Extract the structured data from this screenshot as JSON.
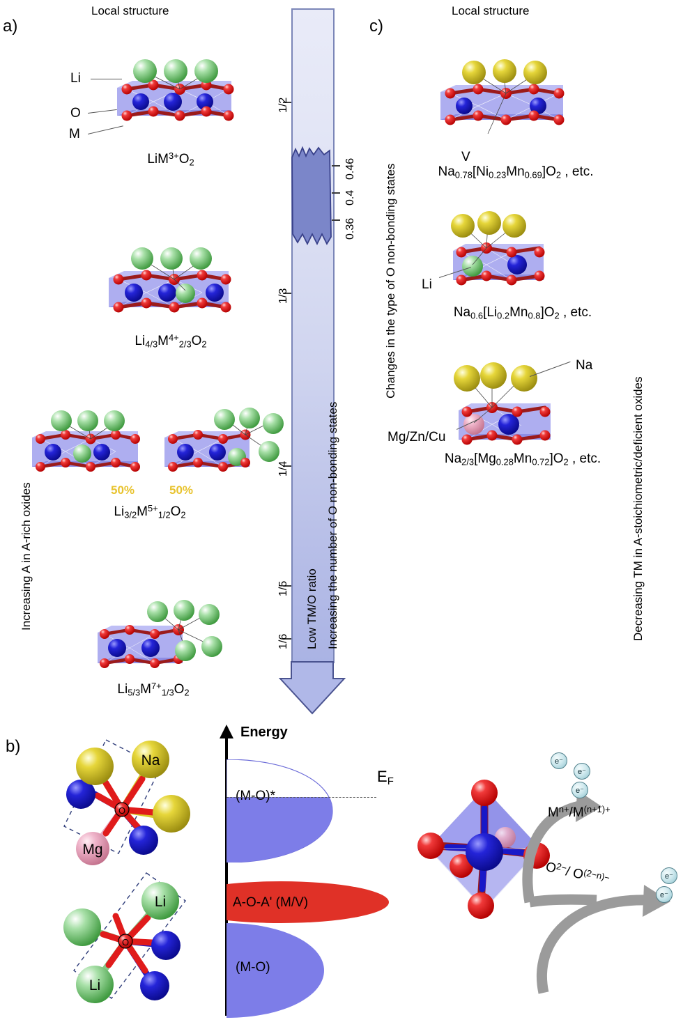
{
  "figure": {
    "panels": [
      {
        "id": "a",
        "letter": "a)"
      },
      {
        "id": "b",
        "letter": "b)"
      },
      {
        "id": "c",
        "letter": "c)"
      }
    ],
    "headings": {
      "local_structure_left": "Local structure",
      "local_structure_right": "Local structure"
    }
  },
  "panel_a": {
    "axis_label": "Increasing A in A-rich oxides",
    "atom_legend": [
      {
        "symbol": "Li",
        "color": "#4faa4f"
      },
      {
        "symbol": "O",
        "color": "#e01b1b"
      },
      {
        "symbol": "M",
        "color": "#1515c4"
      }
    ],
    "structures": [
      {
        "formula_html": "LiM<sup>3+</sup>O<sub>2</sub>",
        "plain": "LiM3+O2",
        "percent_labels": []
      },
      {
        "formula_html": "Li<sub>4/3</sub>M<sup>4+</sup><sub>2/3</sub>O<sub>2</sub>",
        "plain": "Li4/3M4+2/3O2",
        "percent_labels": []
      },
      {
        "formula_html": "Li<sub>3/2</sub>M<sup>5+</sup><sub>1/2</sub>O<sub>2</sub>",
        "plain": "Li3/2M5+1/2O2",
        "percent_labels": [
          "50%",
          "50%"
        ]
      },
      {
        "formula_html": "Li<sub>5/3</sub>M<sup>7+</sup><sub>1/3</sub>O<sub>2</sub>",
        "plain": "Li5/3M7+1/3O2",
        "percent_labels": []
      }
    ]
  },
  "center_arrow": {
    "label_left": "Low TM/O ratio",
    "label_right": "Increasing the number of O non-bonding states",
    "left_ticks": [
      "1/2",
      "1/3",
      "1/4",
      "1/5",
      "1/6"
    ],
    "right_ticks": [
      "0.46",
      "0.4",
      "0.36"
    ],
    "band_color": "#7b86c9",
    "shaft_color_top": "#e9ebf8",
    "shaft_color_bottom": "#aab3e4"
  },
  "panel_b": {
    "clusters": [
      {
        "name": "na-mg-cluster",
        "labels": [
          {
            "text": "Na",
            "color": "#d8c528"
          },
          {
            "text": "Mg",
            "color": "#e8a6bc"
          },
          {
            "text": "O",
            "color": "#e01b1b"
          }
        ]
      },
      {
        "name": "li-cluster",
        "labels": [
          {
            "text": "Li",
            "color": "#86c886"
          },
          {
            "text": "Li",
            "color": "#86c886"
          },
          {
            "text": "O",
            "color": "#e01b1b"
          }
        ]
      }
    ],
    "energy_diagram": {
      "axis_label": "Energy",
      "fermi_label_html": "E<sub>F</sub>",
      "bands": [
        {
          "label": "(M-O)*",
          "color": "#7d7de8",
          "filled_fraction": 0.55
        },
        {
          "label": "A-O-A' (M/V)",
          "color": "#e03127",
          "filled_fraction": 1.0
        },
        {
          "label": "(M-O)",
          "color": "#7d7de8",
          "filled_fraction": 1.0
        }
      ]
    },
    "redox": {
      "metal_redox_html": "M<sup>n+</sup>/M<sup>(n+1)+</sup>",
      "oxygen_redox_html": "O<sup>2−</sup>/ O<sup>(2−n)−</sup>",
      "electron_label": "e⁻",
      "electron_counts": {
        "metal": 3,
        "oxygen": 2
      }
    }
  },
  "panel_c": {
    "axis_label_left": "Changes in the type of O non-bonding states",
    "axis_label_right": "Decreasing TM in A-stoichiometric/deficient oxides",
    "structures": [
      {
        "callout": "V",
        "formula_html": "Na<sub>0.78</sub>[Ni<sub>0.23</sub>Mn<sub>0.69</sub>]O<sub>2</sub> , etc.",
        "plain": "Na0.78[Ni0.23Mn0.69]O2 , etc."
      },
      {
        "callout": "Li",
        "formula_html": "Na<sub>0.6</sub>[Li<sub>0.2</sub>Mn<sub>0.8</sub>]O<sub>2</sub> , etc.",
        "plain": "Na0.6[Li0.2Mn0.8]O2 , etc."
      },
      {
        "callout": "Mg/Zn/Cu",
        "callout2": "Na",
        "formula_html": "Na<sub>2/3</sub>[Mg<sub>0.28</sub>Mn<sub>0.72</sub>]O<sub>2</sub> , etc.",
        "plain": "Na2/3[Mg0.28Mn0.72]O2 , etc."
      }
    ]
  },
  "colors": {
    "li_green": "#59b159",
    "na_yellow": "#d8c82a",
    "o_red": "#e01b1b",
    "m_blue": "#1818c8",
    "octa_blue": "#7a7ae0",
    "mg_pink": "#e9a9c0",
    "accent_yellow": "#e8c32e"
  }
}
